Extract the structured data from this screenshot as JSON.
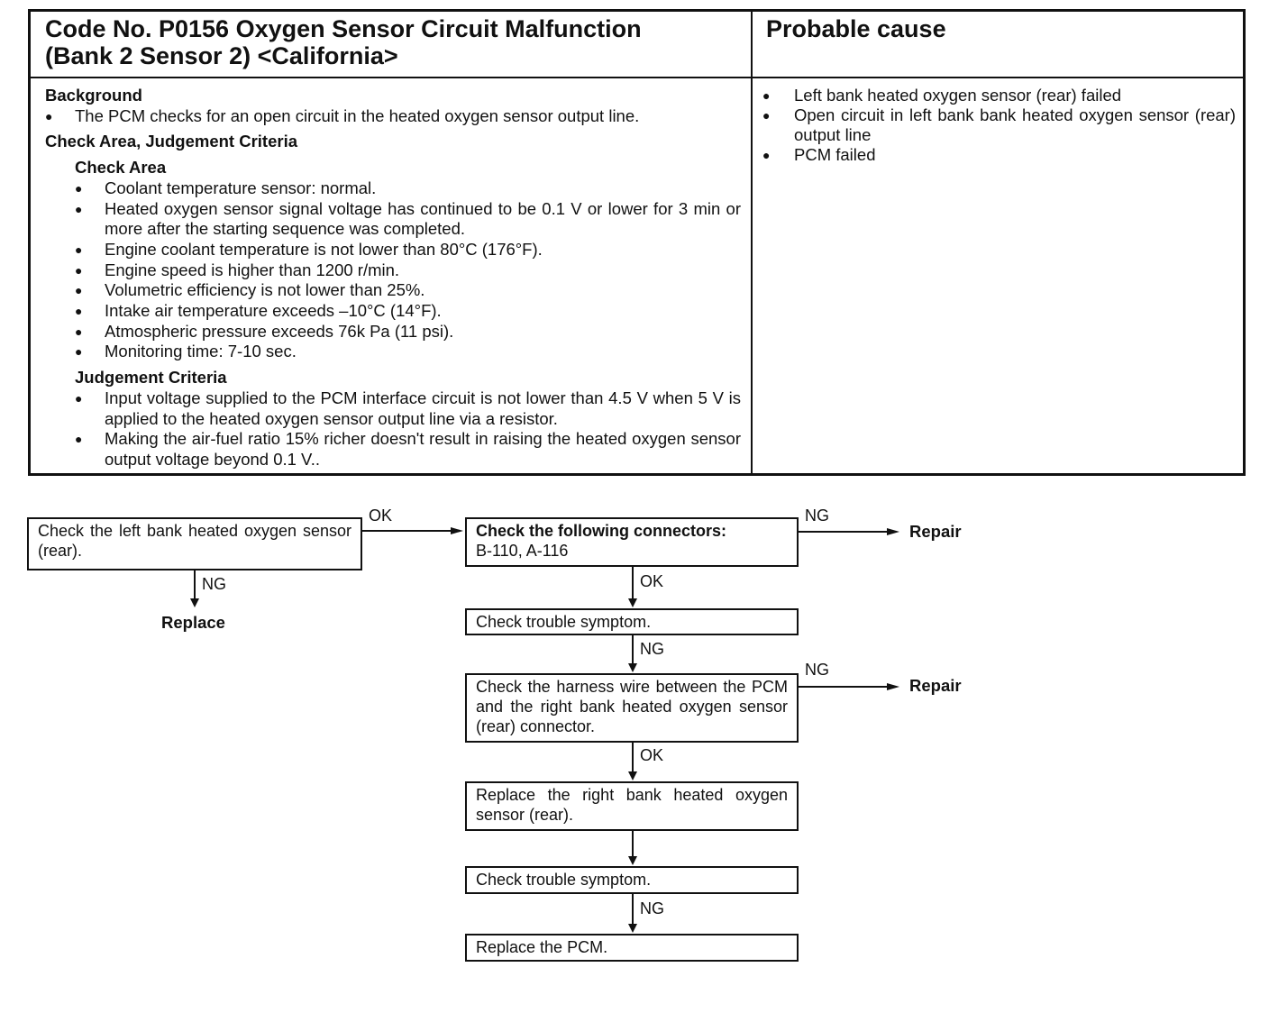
{
  "table": {
    "code_title_line1": "Code No. P0156 Oxygen Sensor Circuit Malfunction",
    "code_title_line2": "(Bank 2 Sensor 2) <California>",
    "probable_cause_title": "Probable cause",
    "background_heading": "Background",
    "background_items": [
      "The PCM checks for an open circuit in the heated oxygen sensor output line."
    ],
    "check_area_judgement_heading": "Check Area, Judgement Criteria",
    "check_area_heading": "Check Area",
    "check_area_items": [
      "Coolant temperature sensor: normal.",
      "Heated oxygen sensor signal voltage has continued to be 0.1 V or lower for 3 min or more after the starting sequence was completed.",
      "Engine coolant temperature is not lower than 80°C (176°F).",
      "Engine speed is higher than 1200 r/min.",
      "Volumetric efficiency is not lower than 25%.",
      "Intake air temperature exceeds –10°C (14°F).",
      "Atmospheric pressure exceeds 76k Pa (11 psi).",
      "Monitoring time: 7-10 sec."
    ],
    "judgement_heading": "Judgement Criteria",
    "judgement_items": [
      "Input voltage supplied to the PCM interface circuit is not lower than 4.5 V when 5 V is applied to the heated oxygen sensor output line via a resistor.",
      "Making the air-fuel ratio 15% richer doesn't result in raising the heated oxygen sensor output voltage beyond 0.1 V.."
    ],
    "probable_causes": [
      "Left bank heated oxygen sensor (rear) failed",
      "Open circuit in left bank bank heated oxygen sensor (rear) output line",
      "PCM failed"
    ]
  },
  "flowchart": {
    "step1": "Check the left bank heated oxygen sensor (rear).",
    "step1_ok": "OK",
    "step1_ng": "NG",
    "step1_ng_action": "Replace",
    "step2_bold": "Check the following connectors:",
    "step2_rest": "B-110, A-116",
    "step2_ng": "NG",
    "step2_ng_action": "Repair",
    "step2_ok": "OK",
    "step3": "Check trouble symptom.",
    "step3_ng": "NG",
    "step4": "Check the harness wire between the PCM and the right bank heated oxygen sensor (rear) connector.",
    "step4_ng": "NG",
    "step4_ng_action": "Repair",
    "step4_ok": "OK",
    "step5": "Replace the right bank heated oxygen sensor (rear).",
    "step6": "Check trouble symptom.",
    "step6_ng": "NG",
    "step7": "Replace the PCM."
  }
}
